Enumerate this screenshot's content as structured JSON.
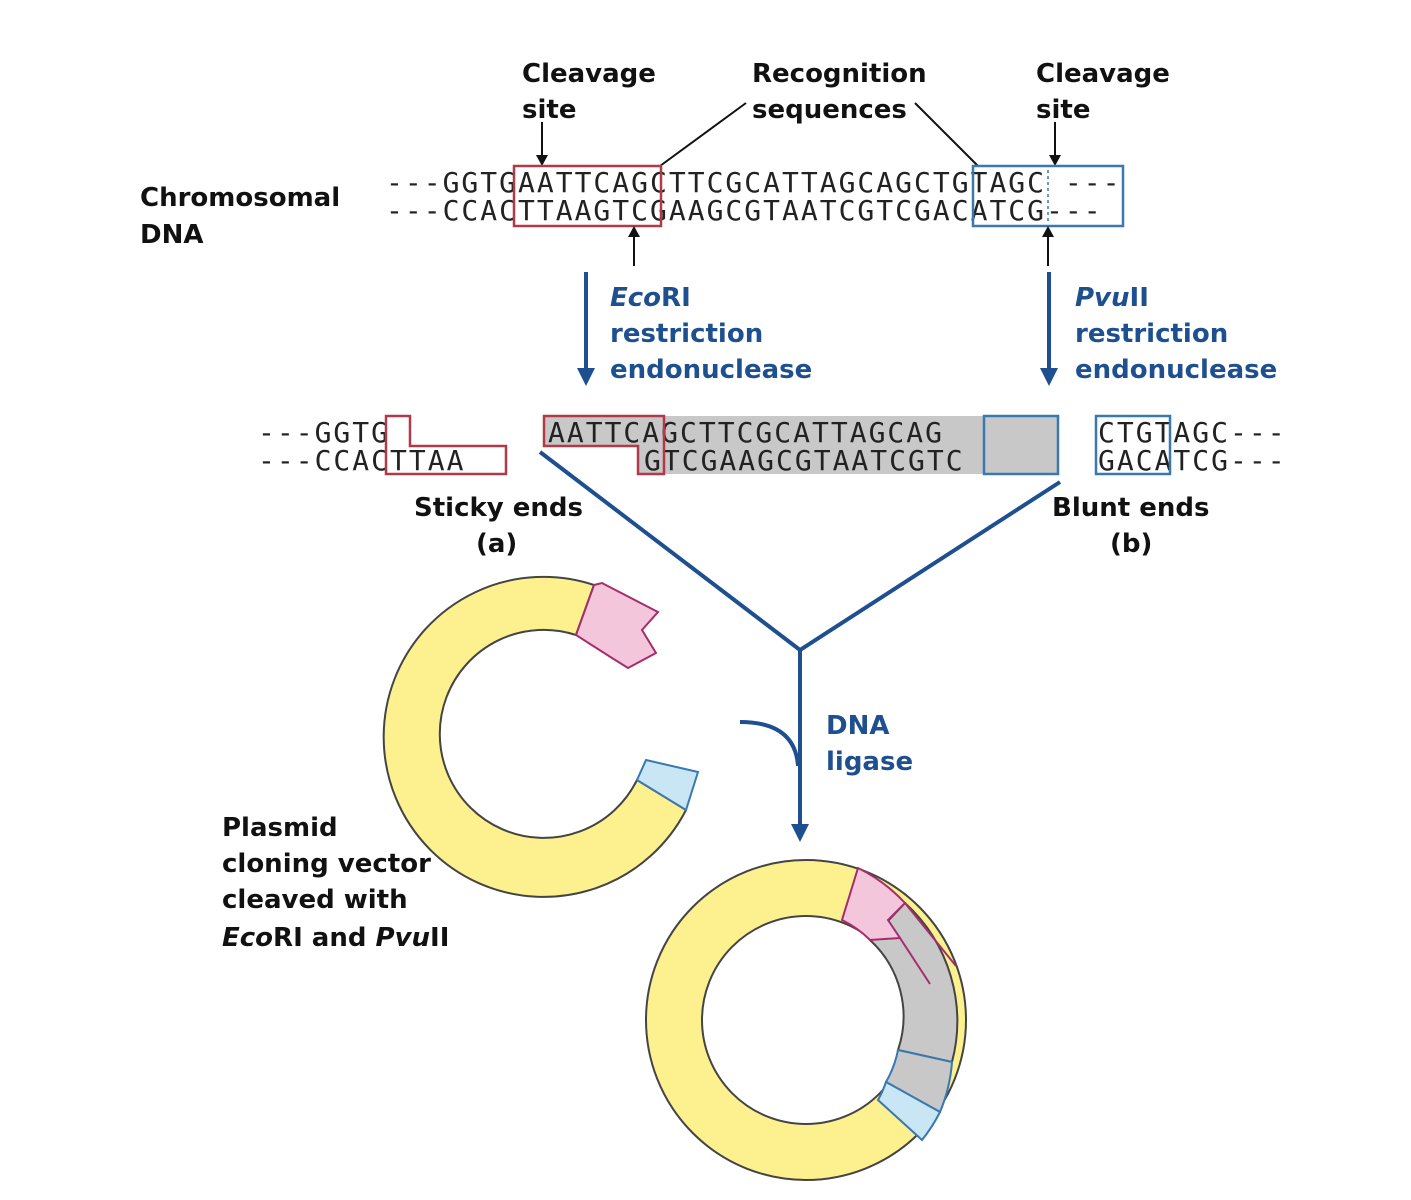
{
  "labels": {
    "cleavage_left": [
      "Cleavage",
      "site"
    ],
    "recognition": [
      "Recognition",
      "sequences"
    ],
    "cleavage_right": [
      "Cleavage",
      "site"
    ],
    "chromosomal": [
      "Chromosomal",
      "DNA"
    ],
    "ecori": {
      "italic": "Eco",
      "rest": "RI",
      "line2": "restriction",
      "line3": "endonuclease"
    },
    "pvuii": {
      "italic": "Pvu",
      "rest": "II",
      "line2": "restriction",
      "line3": "endonuclease"
    },
    "sticky": [
      "Sticky ends",
      "(a)"
    ],
    "blunt": [
      "Blunt ends",
      "(b)"
    ],
    "ligase": [
      "DNA",
      "ligase"
    ],
    "plasmid": {
      "line1": "Plasmid",
      "line2": "cloning vector",
      "line3": "cleaved with",
      "line4_a_italic": "Eco",
      "line4_b": "RI and ",
      "line4_c_italic": "Pvu",
      "line4_d": "II"
    }
  },
  "sequences": {
    "top_strand": "---GGTGAATTCAGCTTCGCATTAGCAGCTGTAGC ---",
    "bottom_strand": "---CCACTTAAGTCGAAGCGTAATCGTCGACATCG---",
    "cut_left_top": "---GGTG",
    "cut_left_bottom": "---CCACTTAA",
    "fragment_top": "AATTCAGCTTCGCATTAGCAG",
    "fragment_bottom": "GTCGAAGCGTAATCGTC",
    "cut_right_top": "CTGTAGC---",
    "cut_right_bottom": "GACATCG---"
  },
  "colors": {
    "ecori_box": "#b03a48",
    "pvuii_box": "#3a78b0",
    "arrow_blue": "#1e4f8f",
    "plasmid_yellow": "#fdf08f",
    "sticky_pink": "#f3c6dc",
    "blunt_lightblue": "#c9e6f5",
    "insert_gray": "#c8c8c8"
  }
}
